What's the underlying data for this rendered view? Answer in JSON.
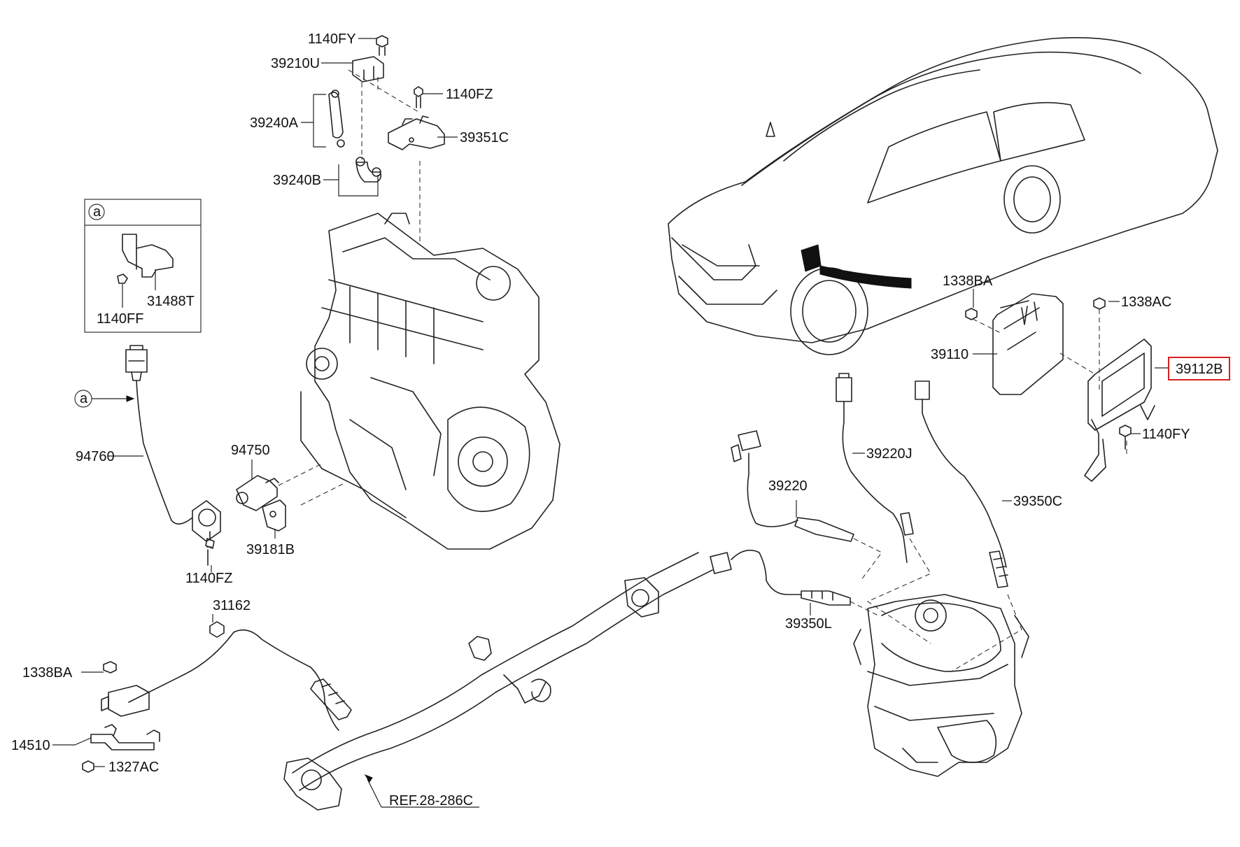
{
  "labels": {
    "p_1140FY_top": "1140FY",
    "p_39210U": "39210U",
    "p_1140FZ_top": "1140FZ",
    "p_39240A": "39240A",
    "p_39351C": "39351C",
    "p_39240B": "39240B",
    "p_inset_marker": "a",
    "p_31488T": "31488T",
    "p_1140FF": "1140FF",
    "p_callout_a": "a",
    "p_94760": "94760",
    "p_94750": "94750",
    "p_39181B": "39181B",
    "p_1140FZ_bottom": "1140FZ",
    "p_31162": "31162",
    "p_1338BA_left": "1338BA",
    "p_14510": "14510",
    "p_1327AC": "1327AC",
    "p_ref": "REF.28-286C",
    "p_1338BA_right": "1338BA",
    "p_1338AC": "1338AC",
    "p_39110": "39110",
    "p_39112B": "39112B",
    "p_1140FY_right": "1140FY",
    "p_39220J": "39220J",
    "p_39220": "39220",
    "p_39350C": "39350C",
    "p_39350L": "39350L"
  },
  "highlight": {
    "part": "39112B",
    "color": "#d62020"
  }
}
